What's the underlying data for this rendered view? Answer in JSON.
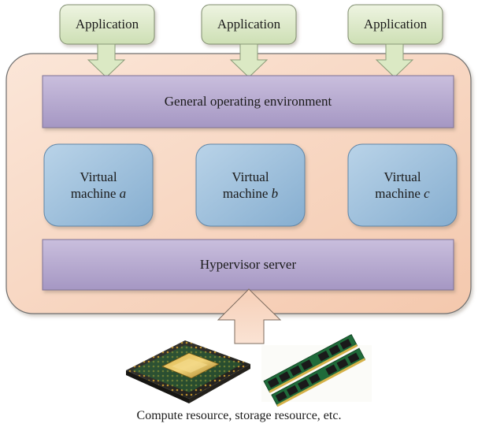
{
  "applications": [
    {
      "label": "Application"
    },
    {
      "label": "Application"
    },
    {
      "label": "Application"
    }
  ],
  "environment": {
    "label": "General operating environment"
  },
  "virtual_machines": [
    {
      "line1": "Virtual",
      "line2": "machine",
      "letter": "a"
    },
    {
      "line1": "Virtual",
      "line2": "machine",
      "letter": "b"
    },
    {
      "line1": "Virtual",
      "line2": "machine",
      "letter": "c"
    }
  ],
  "hypervisor": {
    "label": "Hypervisor server"
  },
  "resources": {
    "caption": "Compute resource, storage resource, etc.",
    "images": [
      "cpu-chip-image",
      "memory-module-image"
    ]
  },
  "colors": {
    "container_fill": "#f8d7c2",
    "container_stroke": "#6f6f6f",
    "application_fill": "#dce8c6",
    "arrow_fill": "#dbe9c4",
    "layer_fill": "#b7a9cf",
    "vm_fill": "#9ec1dc",
    "resource_arrow_fill": "#f8d7c2"
  }
}
